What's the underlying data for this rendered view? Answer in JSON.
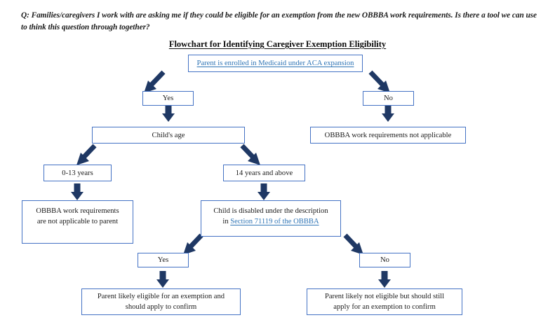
{
  "question": "Q: Families/caregivers I work with are asking me if they could be eligible for an exemption from the new OBBBA work requirements.  Is there a tool we can use to think this question through together?",
  "chart_title": "Flowchart for Identifying Caregiver Exemption Eligibility",
  "colors": {
    "box_border": "#4472C4",
    "arrow": "#1F3864",
    "hyperlink": "#2E74B5",
    "text": "#1A1A1A"
  },
  "nodes": {
    "root": {
      "id": "parent-enrolled-medicaid",
      "text": "Parent is enrolled in Medicaid under ACA expansion",
      "is_link": true
    },
    "yes_level1": {
      "id": "yes-branch-1",
      "text": "Yes"
    },
    "no_level1": {
      "id": "no-branch-1",
      "text": "No"
    },
    "childs_age": {
      "id": "childs-age",
      "text": "Child's age"
    },
    "not_applicable_right": {
      "id": "obbba-not-applicable",
      "text": "OBBBA work requirements not applicable"
    },
    "age_0_13": {
      "id": "age-0-13",
      "text": "0-13 years"
    },
    "age_14_plus": {
      "id": "age-14-plus",
      "text": "14 years and above"
    },
    "not_applicable_parent": {
      "id": "obbba-not-applicable-parent",
      "line1": "OBBBA work requirements",
      "line2": "are not applicable to parent"
    },
    "child_disabled": {
      "id": "child-disabled",
      "line1": "Child is disabled under the description",
      "line2_prefix": "in ",
      "link_text": "Section 71119 of the OBBBA",
      "is_link": true
    },
    "yes_level2": {
      "id": "yes-branch-2",
      "text": "Yes"
    },
    "no_level2": {
      "id": "no-branch-2",
      "text": "No"
    },
    "eligible_outcome": {
      "id": "likely-eligible-outcome",
      "line1": "Parent likely eligible for an exemption and",
      "line2": "should apply to confirm"
    },
    "not_eligible_outcome": {
      "id": "likely-not-eligible-outcome",
      "line1": "Parent likely not eligible but should still",
      "line2": "apply for an exemption to confirm"
    }
  }
}
